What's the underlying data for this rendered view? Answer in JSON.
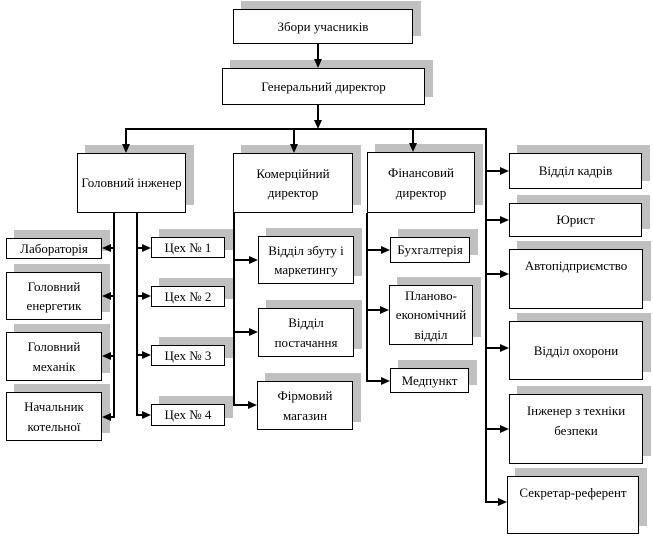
{
  "diagram": {
    "type": "org-chart",
    "background": "#ffffff",
    "box_fill": "#ffffff",
    "box_border": "#000000",
    "shadow_color": "#c0c0c0",
    "line_color": "#000000"
  },
  "nodes": {
    "zbory": {
      "label": "Збори учасників"
    },
    "gendir": {
      "label": "Генеральний директор"
    },
    "golinzh": {
      "label": "Головний інженер"
    },
    "komdir": {
      "label": "Комерційний директор"
    },
    "findir": {
      "label": "Фінансовий директор"
    },
    "lab": {
      "label": "Лабораторія"
    },
    "energ": {
      "label": "Головний енергетик"
    },
    "mech": {
      "label": "Головний механік"
    },
    "kotel": {
      "label": "Начальник котельної"
    },
    "tsekh1": {
      "label": "Цех № 1"
    },
    "tsekh2": {
      "label": "Цех № 2"
    },
    "tsekh3": {
      "label": "Цех № 3"
    },
    "tsekh4": {
      "label": "Цех № 4"
    },
    "zbut": {
      "label": "Відділ збуту і маркетингу"
    },
    "post": {
      "label": "Відділ постачання"
    },
    "firm": {
      "label": "Фірмовий магазин"
    },
    "buh": {
      "label": "Бухгалтерія"
    },
    "plan": {
      "label": "Планово-економічний відділ"
    },
    "med": {
      "label": "Медпункт"
    },
    "kadry": {
      "label": "Відділ кадрів"
    },
    "yuryst": {
      "label": "Юрист"
    },
    "avto": {
      "label": "Автопідприємство"
    },
    "ohorona": {
      "label": "Відділ охорони"
    },
    "inzh": {
      "label": "Інженер з техніки безпеки"
    },
    "sekretar": {
      "label": "Секретар-референт"
    }
  },
  "edges": [
    [
      "zbory",
      "gendir"
    ],
    [
      "gendir",
      "golinzh"
    ],
    [
      "gendir",
      "komdir"
    ],
    [
      "gendir",
      "findir"
    ],
    [
      "gendir",
      "kadry"
    ],
    [
      "gendir",
      "yuryst"
    ],
    [
      "gendir",
      "avto"
    ],
    [
      "gendir",
      "ohorona"
    ],
    [
      "gendir",
      "inzh"
    ],
    [
      "gendir",
      "sekretar"
    ],
    [
      "golinzh",
      "lab"
    ],
    [
      "golinzh",
      "energ"
    ],
    [
      "golinzh",
      "mech"
    ],
    [
      "golinzh",
      "kotel"
    ],
    [
      "golinzh",
      "tsekh1"
    ],
    [
      "golinzh",
      "tsekh2"
    ],
    [
      "golinzh",
      "tsekh3"
    ],
    [
      "golinzh",
      "tsekh4"
    ],
    [
      "komdir",
      "zbut"
    ],
    [
      "komdir",
      "post"
    ],
    [
      "komdir",
      "firm"
    ],
    [
      "findir",
      "buh"
    ],
    [
      "findir",
      "plan"
    ],
    [
      "findir",
      "med"
    ]
  ]
}
